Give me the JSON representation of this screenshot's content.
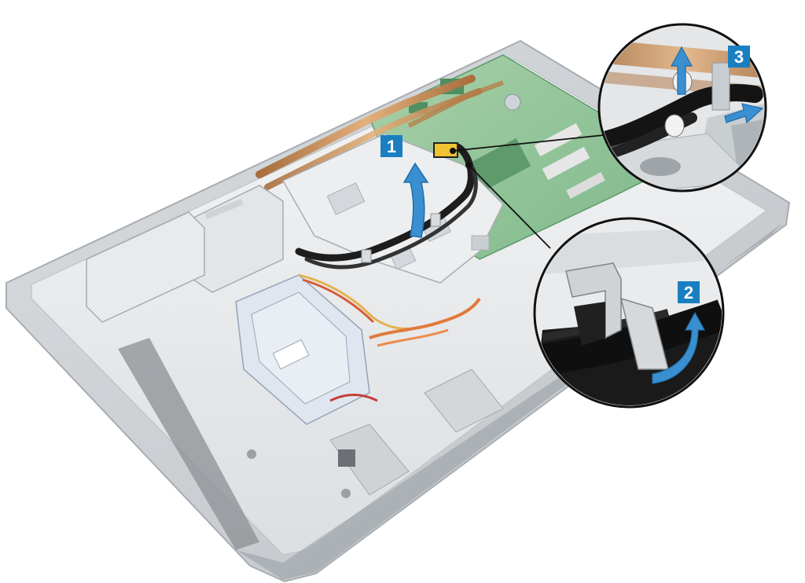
{
  "steps": [
    {
      "label": "1"
    },
    {
      "label": "2"
    },
    {
      "label": "3"
    }
  ],
  "colors": {
    "callout_badge": "#1a7fc1",
    "arrow": "#3a8fd0",
    "arrow_stroke": "#1f6ea8",
    "chassis": "#e6e8ea",
    "chassis_edge": "#b9bdc1",
    "board": "#7fb98c",
    "board_dark": "#4f8f62",
    "cable": "#1d1d1d",
    "copper": "#c48a54"
  },
  "icons": [
    "up-arrow-icon",
    "curved-arrow-icon",
    "right-arrow-icon"
  ]
}
